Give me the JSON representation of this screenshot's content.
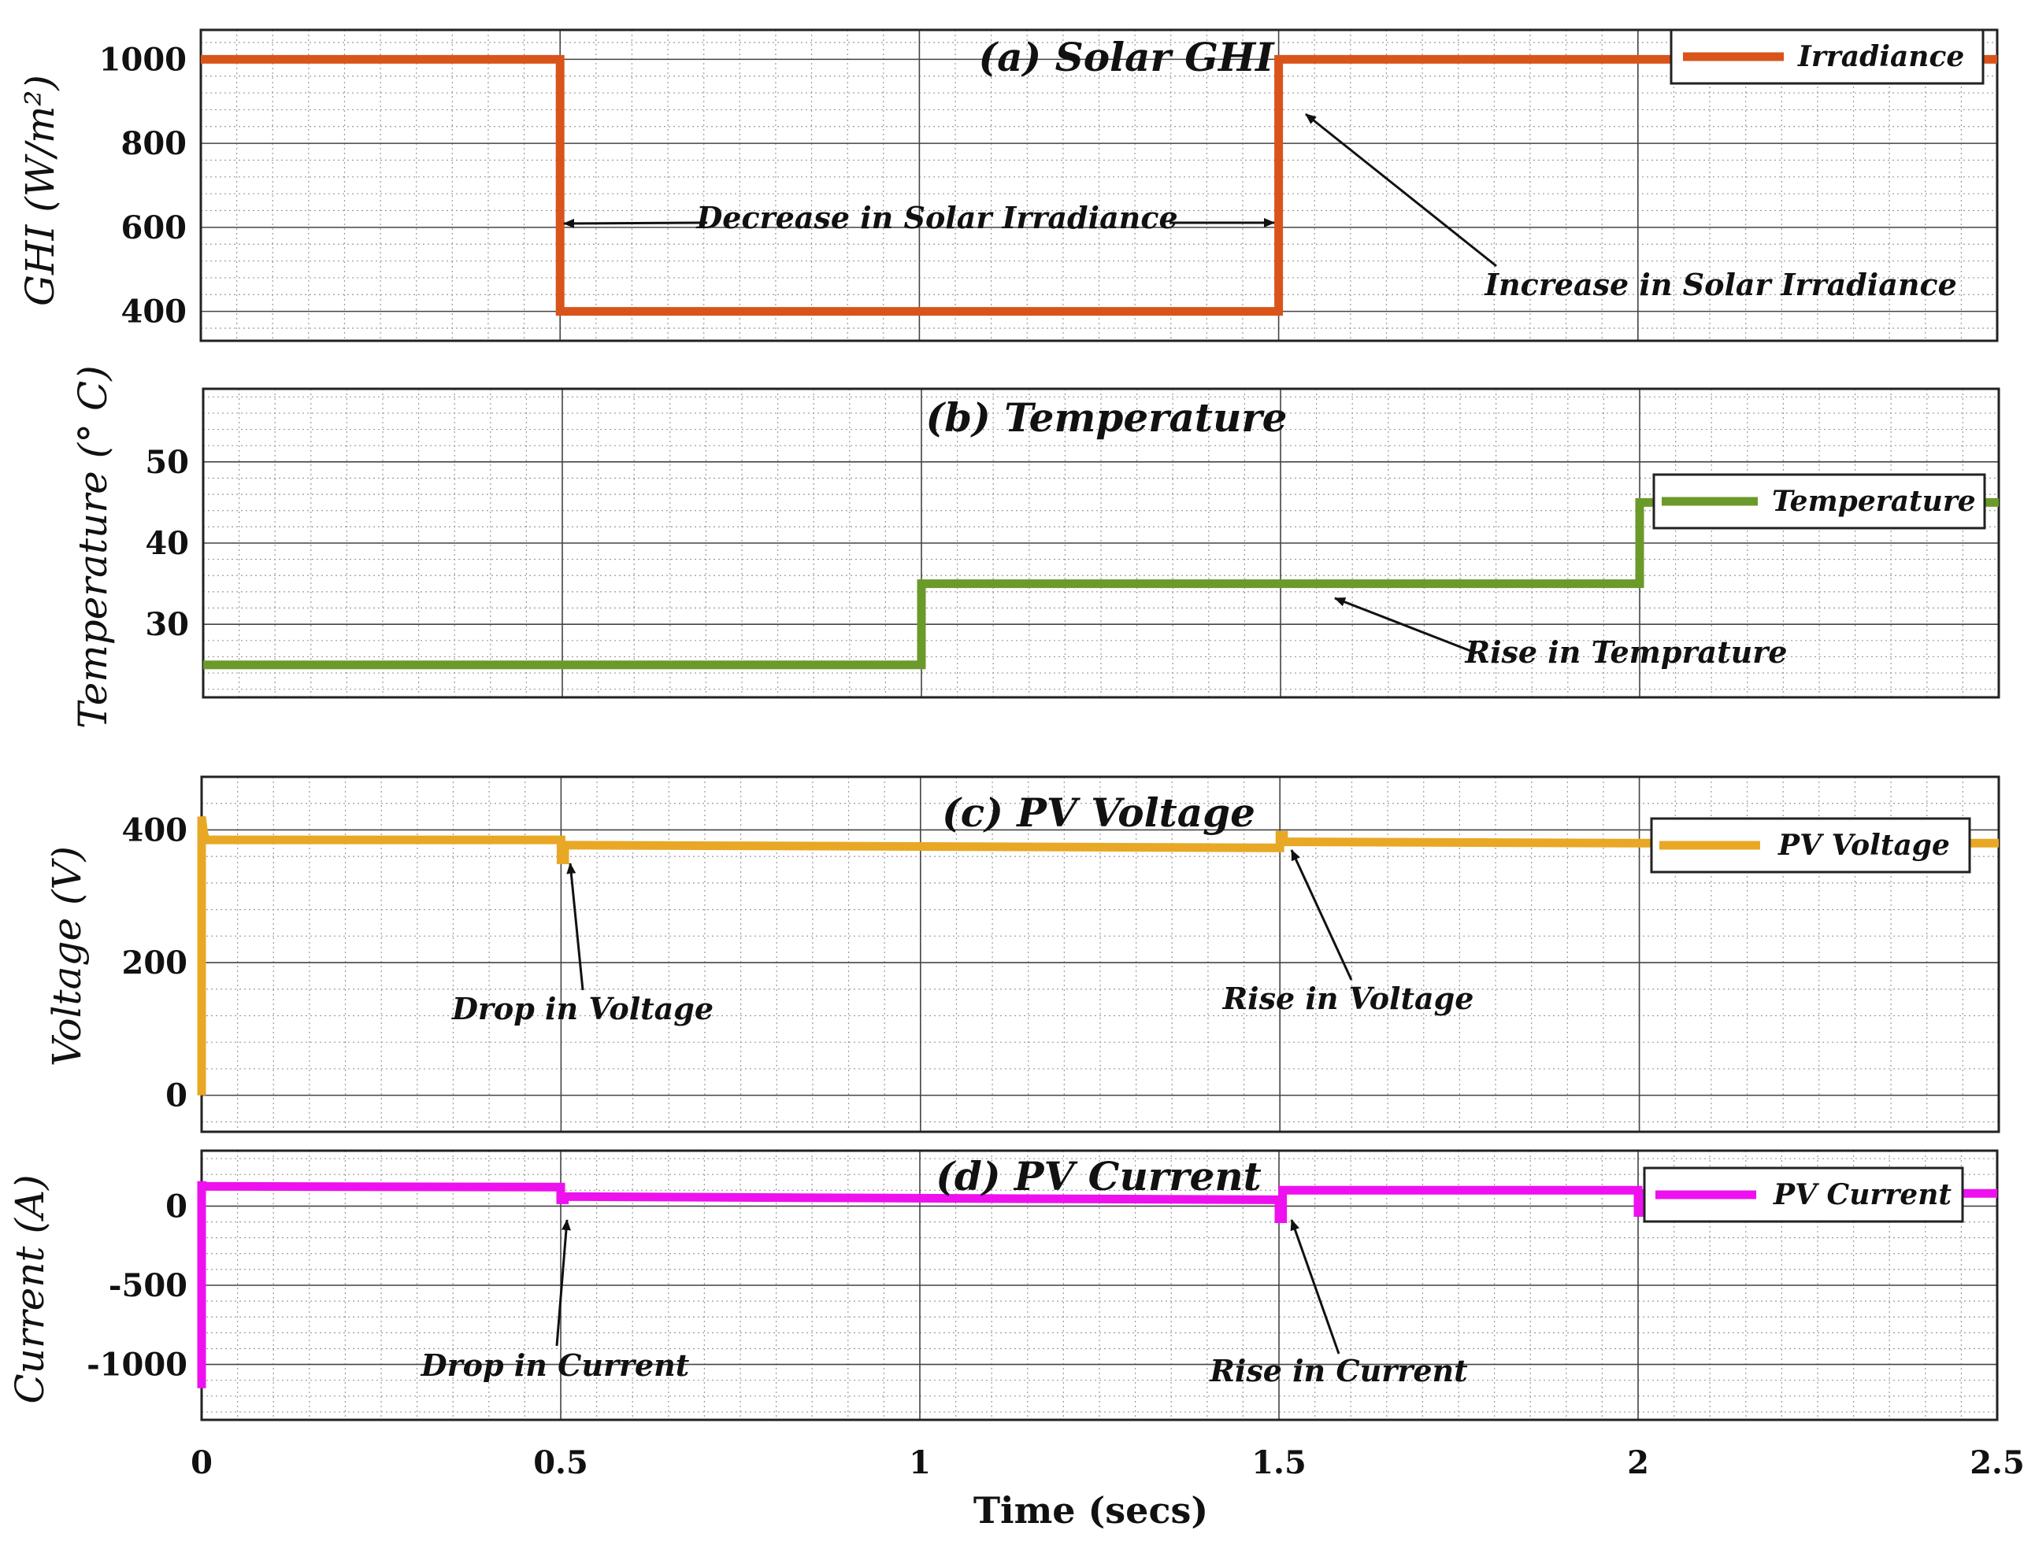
{
  "figure": {
    "xlabel": "Time (secs)",
    "x_ticks": [
      "0",
      "0.5",
      "1",
      "1.5",
      "2",
      "2.5"
    ]
  },
  "chart_data": [
    {
      "type": "line",
      "title": "(a) Solar GHI",
      "ylabel": "GHI (W/m²)",
      "xlabel": "Time (secs)",
      "xlim": [
        0,
        2.5
      ],
      "ylim": [
        330,
        1070
      ],
      "y_ticks": [
        400,
        600,
        800,
        1000
      ],
      "grid": true,
      "legend": "top-right",
      "series": [
        {
          "name": "Irradiance",
          "color": "#d9541a",
          "x": [
            0,
            0.5,
            0.5,
            1.5,
            1.5,
            2.5
          ],
          "y": [
            1000,
            1000,
            400,
            400,
            1000,
            1000
          ]
        }
      ],
      "annotations": [
        {
          "text": "Decrease in Solar Irradiance"
        },
        {
          "text": "Increase in Solar Irradiance"
        }
      ]
    },
    {
      "type": "line",
      "title": "(b) Temperature",
      "ylabel": "Temperature (° C)",
      "xlabel": "Time (secs)",
      "xlim": [
        0,
        2.5
      ],
      "ylim": [
        21,
        59
      ],
      "y_ticks": [
        30,
        40,
        50
      ],
      "grid": true,
      "legend": "right",
      "series": [
        {
          "name": "Temperature",
          "color": "#6a9a2a",
          "x": [
            0,
            1,
            1,
            2,
            2,
            2.5
          ],
          "y": [
            25,
            25,
            35,
            35,
            45,
            45
          ]
        }
      ],
      "annotations": [
        {
          "text": "Rise in Temprature"
        }
      ]
    },
    {
      "type": "line",
      "title": "(c) PV Voltage",
      "ylabel": "Voltage (V)",
      "xlabel": "Time (secs)",
      "xlim": [
        0,
        2.5
      ],
      "ylim": [
        -55,
        480
      ],
      "y_ticks": [
        0,
        200,
        400
      ],
      "grid": true,
      "legend": "top-right",
      "series": [
        {
          "name": "PV Voltage",
          "color": "#e8a825",
          "x": [
            0,
            0,
            0.003,
            0.006,
            0.5,
            0.5,
            0.505,
            0.505,
            1.0,
            1.5,
            1.5,
            1.505,
            1.505,
            2.0,
            2.5
          ],
          "y": [
            0,
            420,
            395,
            385,
            385,
            355,
            355,
            377,
            375,
            373,
            392,
            392,
            382,
            380,
            380
          ]
        }
      ],
      "annotations": [
        {
          "text": "Drop in Voltage"
        },
        {
          "text": "Rise in Voltage"
        }
      ]
    },
    {
      "type": "line",
      "title": "(d) PV Current",
      "ylabel": "Current (A)",
      "xlabel": "Time (secs)",
      "xlim": [
        0,
        2.5
      ],
      "ylim": [
        -1350,
        350
      ],
      "y_ticks": [
        -1000,
        -500,
        0
      ],
      "grid": true,
      "legend": "top-right",
      "series": [
        {
          "name": "PV Current",
          "color": "#ee10ee",
          "x": [
            0,
            0,
            0.004,
            0.006,
            0.5,
            0.5,
            0.505,
            0.505,
            1.0,
            1.5,
            1.5,
            1.505,
            1.505,
            2.0,
            2.0,
            2.005,
            2.005,
            2.5
          ],
          "y": [
            -1150,
            130,
            130,
            125,
            120,
            40,
            40,
            60,
            50,
            40,
            -80,
            -80,
            100,
            100,
            -40,
            -40,
            80,
            80
          ]
        }
      ],
      "annotations": [
        {
          "text": "Drop in Current"
        },
        {
          "text": "Rise in Current"
        }
      ]
    }
  ]
}
